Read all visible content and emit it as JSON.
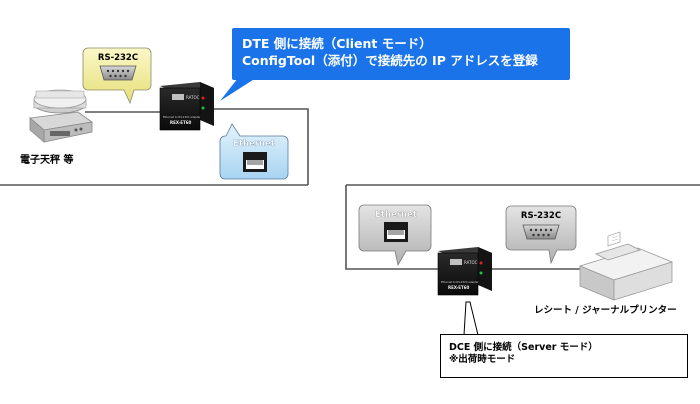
{
  "callouts": {
    "dte": {
      "line1": "DTE 側に接続（Client モード）",
      "line2": "ConfigTool（添付）で接続先の IP アドレスを登録"
    },
    "dce": {
      "line1": "DCE 側に接続（Server モード）",
      "line2": "※出荷時モード"
    }
  },
  "devices": {
    "scale": {
      "label": "電子天秤 等"
    },
    "printer": {
      "label": "レシート / ジャーナルプリンター"
    },
    "converter": {
      "brand": "RATOC",
      "model": "REX-ET60",
      "caption": "Ethernet to RS-232C adapter"
    }
  },
  "ports": {
    "rs232c_top": "RS-232C",
    "rs232c_bottom": "RS-232C",
    "ethernet_top": "Ethernet",
    "ethernet_bottom": "Ethernet"
  },
  "colors": {
    "dte_callout": "#1a73e8",
    "rs232c_bubble": "#f4f0a0",
    "ethernet_top_bubble": "#bfe0f7",
    "grey_bubble": "#c8c8c8",
    "network_line": "#555555"
  }
}
